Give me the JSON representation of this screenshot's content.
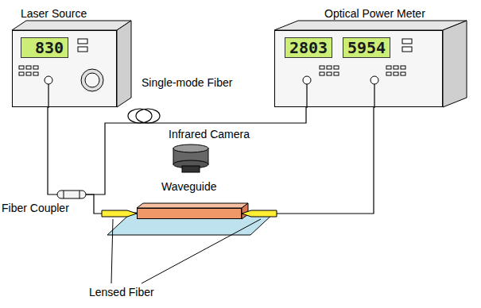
{
  "diagram": {
    "nodes": [
      {
        "text": [
          "Laser Source",
          "830"
        ]
      },
      {
        "text": [
          "Optical Power Meter",
          "2803",
          "5954"
        ]
      },
      {
        "text": [
          "Infrared Camera"
        ]
      },
      {
        "text": [
          "Fiber Coupler"
        ]
      },
      {
        "text": [
          "Waveguide"
        ]
      }
    ],
    "edges": [
      {
        "from": 0,
        "to": 3,
        "arrow": "none"
      },
      {
        "from": 3,
        "to": 1,
        "arrow": "none"
      },
      {
        "from": 3,
        "to": 4,
        "arrow": "none"
      },
      {
        "from": 4,
        "to": 1,
        "arrow": "none"
      }
    ],
    "labels": [
      "Single-mode Fiber",
      "Lensed Fiber"
    ]
  }
}
